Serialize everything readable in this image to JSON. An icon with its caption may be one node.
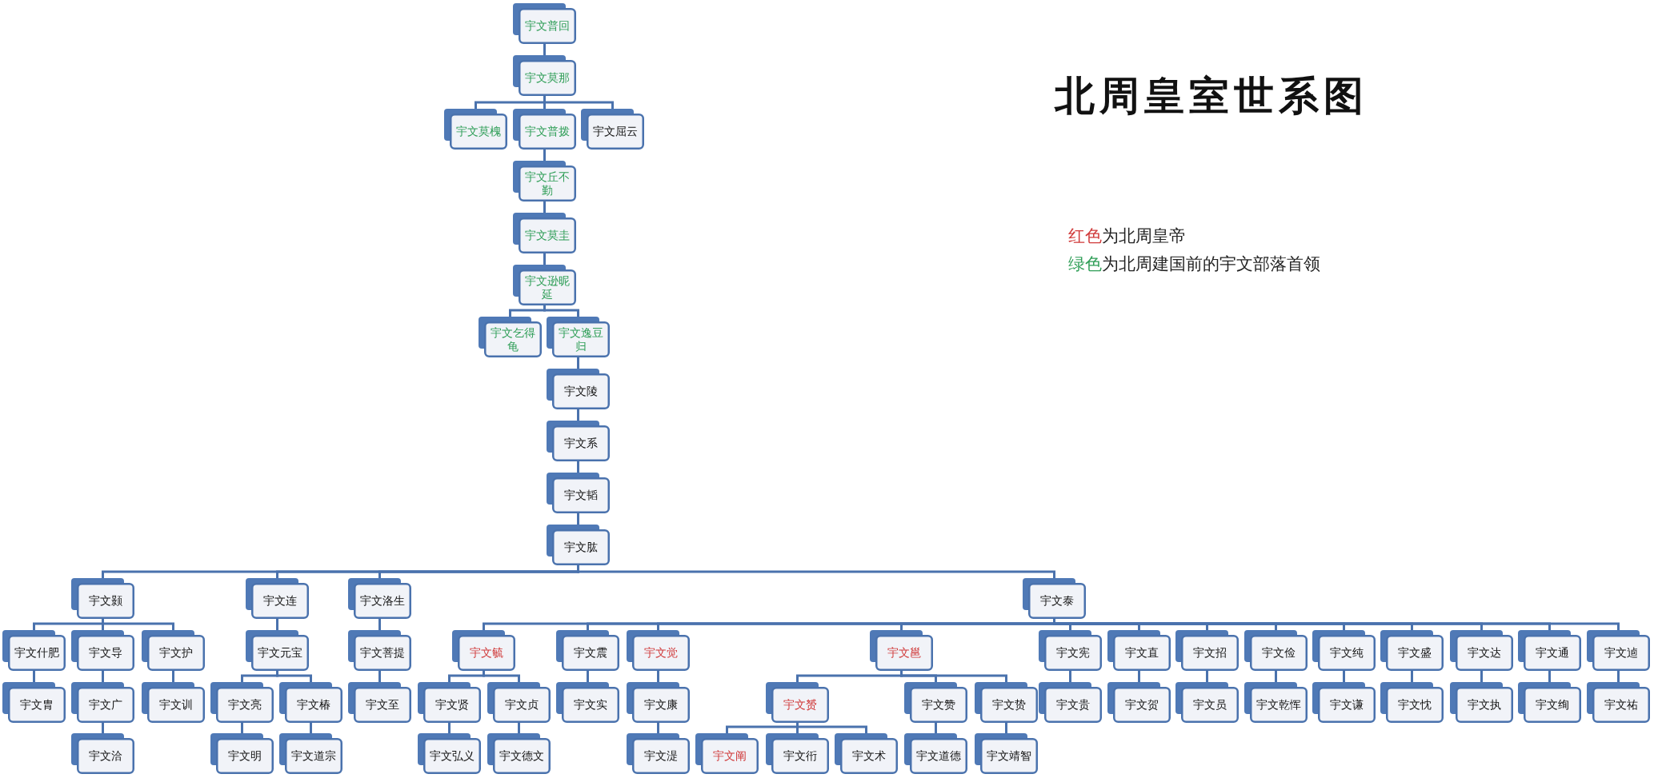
{
  "diagram": {
    "title": "北周皇室世系图",
    "nodes": [
      {
        "text": [
          "宇文普回"
        ]
      },
      {
        "text": [
          "宇文莫那"
        ]
      },
      {
        "text": [
          "宇文莫槐"
        ]
      },
      {
        "text": [
          "宇文普拨"
        ]
      },
      {
        "text": [
          "宇文屈云"
        ]
      },
      {
        "text": [
          "宇文丘不勤"
        ]
      },
      {
        "text": [
          "宇文莫圭"
        ]
      },
      {
        "text": [
          "宇文逊昵延"
        ]
      },
      {
        "text": [
          "宇文乞得龟"
        ]
      },
      {
        "text": [
          "宇文逸豆归"
        ]
      },
      {
        "text": [
          "宇文陵"
        ]
      },
      {
        "text": [
          "宇文系"
        ]
      },
      {
        "text": [
          "宇文韬"
        ]
      },
      {
        "text": [
          "宇文肱"
        ]
      },
      {
        "text": [
          "宇文颢"
        ]
      },
      {
        "text": [
          "宇文连"
        ]
      },
      {
        "text": [
          "宇文洛生"
        ]
      },
      {
        "text": [
          "宇文泰"
        ]
      },
      {
        "text": [
          "宇文什肥"
        ]
      },
      {
        "text": [
          "宇文导"
        ]
      },
      {
        "text": [
          "宇文护"
        ]
      },
      {
        "text": [
          "宇文元宝"
        ]
      },
      {
        "text": [
          "宇文菩提"
        ]
      },
      {
        "text": [
          "宇文毓"
        ]
      },
      {
        "text": [
          "宇文震"
        ]
      },
      {
        "text": [
          "宇文觉"
        ]
      },
      {
        "text": [
          "宇文邕"
        ]
      },
      {
        "text": [
          "宇文宪"
        ]
      },
      {
        "text": [
          "宇文直"
        ]
      },
      {
        "text": [
          "宇文招"
        ]
      },
      {
        "text": [
          "宇文俭"
        ]
      },
      {
        "text": [
          "宇文纯"
        ]
      },
      {
        "text": [
          "宇文盛"
        ]
      },
      {
        "text": [
          "宇文达"
        ]
      },
      {
        "text": [
          "宇文通"
        ]
      },
      {
        "text": [
          "宇文逌"
        ]
      },
      {
        "text": [
          "宇文胄"
        ]
      },
      {
        "text": [
          "宇文广"
        ]
      },
      {
        "text": [
          "宇文训"
        ]
      },
      {
        "text": [
          "宇文亮"
        ]
      },
      {
        "text": [
          "宇文椿"
        ]
      },
      {
        "text": [
          "宇文至"
        ]
      },
      {
        "text": [
          "宇文贤"
        ]
      },
      {
        "text": [
          "宇文贞"
        ]
      },
      {
        "text": [
          "宇文实"
        ]
      },
      {
        "text": [
          "宇文康"
        ]
      },
      {
        "text": [
          "宇文赟"
        ]
      },
      {
        "text": [
          "宇文赞"
        ]
      },
      {
        "text": [
          "宇文贽"
        ]
      },
      {
        "text": [
          "宇文贵"
        ]
      },
      {
        "text": [
          "宇文贺"
        ]
      },
      {
        "text": [
          "宇文员"
        ]
      },
      {
        "text": [
          "宇文乾恽"
        ]
      },
      {
        "text": [
          "宇文谦"
        ]
      },
      {
        "text": [
          "宇文忱"
        ]
      },
      {
        "text": [
          "宇文执"
        ]
      },
      {
        "text": [
          "宇文绚"
        ]
      },
      {
        "text": [
          "宇文祐"
        ]
      },
      {
        "text": [
          "宇文洽"
        ]
      },
      {
        "text": [
          "宇文明"
        ]
      },
      {
        "text": [
          "宇文道宗"
        ]
      },
      {
        "text": [
          "宇文弘义"
        ]
      },
      {
        "text": [
          "宇文德文"
        ]
      },
      {
        "text": [
          "宇文湜"
        ]
      },
      {
        "text": [
          "宇文阐"
        ]
      },
      {
        "text": [
          "宇文衎"
        ]
      },
      {
        "text": [
          "宇文术"
        ]
      },
      {
        "text": [
          "宇文道德"
        ]
      },
      {
        "text": [
          "宇文靖智"
        ]
      }
    ],
    "edges": [
      {
        "from": 0,
        "to": 1,
        "arrow": "none"
      },
      {
        "from": 1,
        "to": 2,
        "arrow": "none"
      },
      {
        "from": 1,
        "to": 3,
        "arrow": "none"
      },
      {
        "from": 1,
        "to": 4,
        "arrow": "none"
      },
      {
        "from": 3,
        "to": 5,
        "arrow": "none"
      },
      {
        "from": 5,
        "to": 6,
        "arrow": "none"
      },
      {
        "from": 6,
        "to": 7,
        "arrow": "none"
      },
      {
        "from": 7,
        "to": 8,
        "arrow": "none"
      },
      {
        "from": 7,
        "to": 9,
        "arrow": "none"
      },
      {
        "from": 9,
        "to": 10,
        "arrow": "none"
      },
      {
        "from": 10,
        "to": 11,
        "arrow": "none"
      },
      {
        "from": 11,
        "to": 12,
        "arrow": "none"
      },
      {
        "from": 12,
        "to": 13,
        "arrow": "none"
      },
      {
        "from": 13,
        "to": 14,
        "arrow": "none"
      },
      {
        "from": 13,
        "to": 15,
        "arrow": "none"
      },
      {
        "from": 13,
        "to": 16,
        "arrow": "none"
      },
      {
        "from": 13,
        "to": 17,
        "arrow": "none"
      },
      {
        "from": 14,
        "to": 18,
        "arrow": "none"
      },
      {
        "from": 14,
        "to": 19,
        "arrow": "none"
      },
      {
        "from": 14,
        "to": 20,
        "arrow": "none"
      },
      {
        "from": 15,
        "to": 21,
        "arrow": "none"
      },
      {
        "from": 16,
        "to": 22,
        "arrow": "none"
      },
      {
        "from": 17,
        "to": 23,
        "arrow": "none"
      },
      {
        "from": 17,
        "to": 24,
        "arrow": "none"
      },
      {
        "from": 17,
        "to": 25,
        "arrow": "none"
      },
      {
        "from": 17,
        "to": 26,
        "arrow": "none"
      },
      {
        "from": 17,
        "to": 27,
        "arrow": "none"
      },
      {
        "from": 17,
        "to": 28,
        "arrow": "none"
      },
      {
        "from": 17,
        "to": 29,
        "arrow": "none"
      },
      {
        "from": 17,
        "to": 30,
        "arrow": "none"
      },
      {
        "from": 17,
        "to": 31,
        "arrow": "none"
      },
      {
        "from": 17,
        "to": 32,
        "arrow": "none"
      },
      {
        "from": 17,
        "to": 33,
        "arrow": "none"
      },
      {
        "from": 17,
        "to": 34,
        "arrow": "none"
      },
      {
        "from": 17,
        "to": 35,
        "arrow": "none"
      },
      {
        "from": 18,
        "to": 36,
        "arrow": "none"
      },
      {
        "from": 19,
        "to": 37,
        "arrow": "none"
      },
      {
        "from": 20,
        "to": 38,
        "arrow": "none"
      },
      {
        "from": 21,
        "to": 39,
        "arrow": "none"
      },
      {
        "from": 21,
        "to": 40,
        "arrow": "none"
      },
      {
        "from": 22,
        "to": 41,
        "arrow": "none"
      },
      {
        "from": 23,
        "to": 42,
        "arrow": "none"
      },
      {
        "from": 23,
        "to": 43,
        "arrow": "none"
      },
      {
        "from": 24,
        "to": 44,
        "arrow": "none"
      },
      {
        "from": 25,
        "to": 45,
        "arrow": "none"
      },
      {
        "from": 26,
        "to": 46,
        "arrow": "none"
      },
      {
        "from": 26,
        "to": 47,
        "arrow": "none"
      },
      {
        "from": 26,
        "to": 48,
        "arrow": "none"
      },
      {
        "from": 27,
        "to": 49,
        "arrow": "none"
      },
      {
        "from": 28,
        "to": 50,
        "arrow": "none"
      },
      {
        "from": 29,
        "to": 51,
        "arrow": "none"
      },
      {
        "from": 30,
        "to": 52,
        "arrow": "none"
      },
      {
        "from": 31,
        "to": 53,
        "arrow": "none"
      },
      {
        "from": 32,
        "to": 54,
        "arrow": "none"
      },
      {
        "from": 33,
        "to": 55,
        "arrow": "none"
      },
      {
        "from": 34,
        "to": 56,
        "arrow": "none"
      },
      {
        "from": 35,
        "to": 57,
        "arrow": "none"
      },
      {
        "from": 37,
        "to": 58,
        "arrow": "none"
      },
      {
        "from": 39,
        "to": 59,
        "arrow": "none"
      },
      {
        "from": 40,
        "to": 60,
        "arrow": "none"
      },
      {
        "from": 42,
        "to": 61,
        "arrow": "none"
      },
      {
        "from": 43,
        "to": 62,
        "arrow": "none"
      },
      {
        "from": 45,
        "to": 63,
        "arrow": "none"
      },
      {
        "from": 46,
        "to": 64,
        "arrow": "none"
      },
      {
        "from": 46,
        "to": 65,
        "arrow": "none"
      },
      {
        "from": 46,
        "to": 66,
        "arrow": "none"
      },
      {
        "from": 47,
        "to": 67,
        "arrow": "none"
      },
      {
        "from": 48,
        "to": 68,
        "arrow": "none"
      }
    ],
    "legend": [
      {
        "text": "红色为北周皇帝",
        "color": "#d03a3a"
      },
      {
        "text": "绿色为北周建国前的宇文部落首领",
        "color": "#2f9e57"
      }
    ]
  }
}
